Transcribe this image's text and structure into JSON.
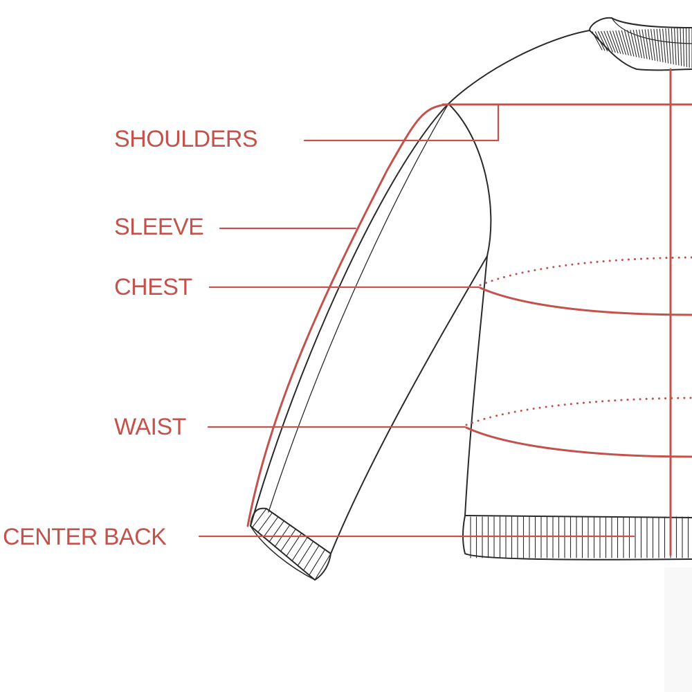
{
  "labels": {
    "shoulders": "SHOULDERS",
    "sleeve": "SLEEVE",
    "chest": "CHEST",
    "waist": "WAIST",
    "center_back": "CENTER BACK"
  },
  "colors": {
    "accent": "#c4524c",
    "outline": "#2a2a2a",
    "background": "#ffffff"
  }
}
